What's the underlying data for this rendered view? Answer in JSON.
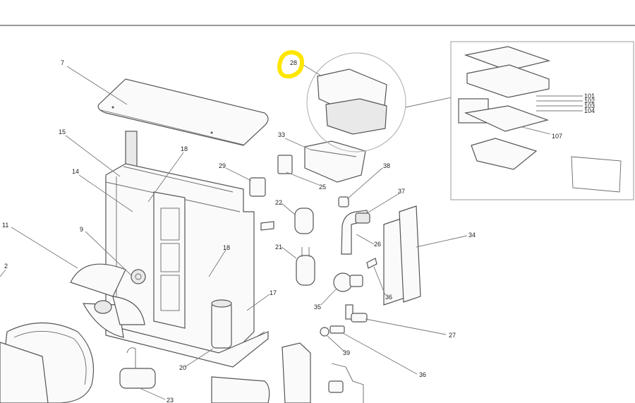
{
  "diagram": {
    "highlight_color": "#ffe600",
    "callouts": [
      {
        "id": "7",
        "text": "7"
      },
      {
        "id": "28",
        "text": "28"
      },
      {
        "id": "33",
        "text": "33"
      },
      {
        "id": "15",
        "text": "15"
      },
      {
        "id": "18a",
        "text": "18"
      },
      {
        "id": "14",
        "text": "14"
      },
      {
        "id": "29",
        "text": "29"
      },
      {
        "id": "25",
        "text": "25"
      },
      {
        "id": "38",
        "text": "38"
      },
      {
        "id": "37",
        "text": "37"
      },
      {
        "id": "22",
        "text": "22"
      },
      {
        "id": "11",
        "text": "11"
      },
      {
        "id": "9",
        "text": "9"
      },
      {
        "id": "2",
        "text": "2"
      },
      {
        "id": "18b",
        "text": "18"
      },
      {
        "id": "21",
        "text": "21"
      },
      {
        "id": "26",
        "text": "26"
      },
      {
        "id": "34",
        "text": "34"
      },
      {
        "id": "36a",
        "text": "36"
      },
      {
        "id": "17",
        "text": "17"
      },
      {
        "id": "35",
        "text": "35"
      },
      {
        "id": "27",
        "text": "27"
      },
      {
        "id": "39",
        "text": "39"
      },
      {
        "id": "20",
        "text": "20"
      },
      {
        "id": "36b",
        "text": "36"
      },
      {
        "id": "23",
        "text": "23"
      },
      {
        "id": "101",
        "text": "101"
      },
      {
        "id": "102",
        "text": "102"
      },
      {
        "id": "103",
        "text": "103"
      },
      {
        "id": "104",
        "text": "104"
      },
      {
        "id": "107",
        "text": "107"
      }
    ]
  }
}
